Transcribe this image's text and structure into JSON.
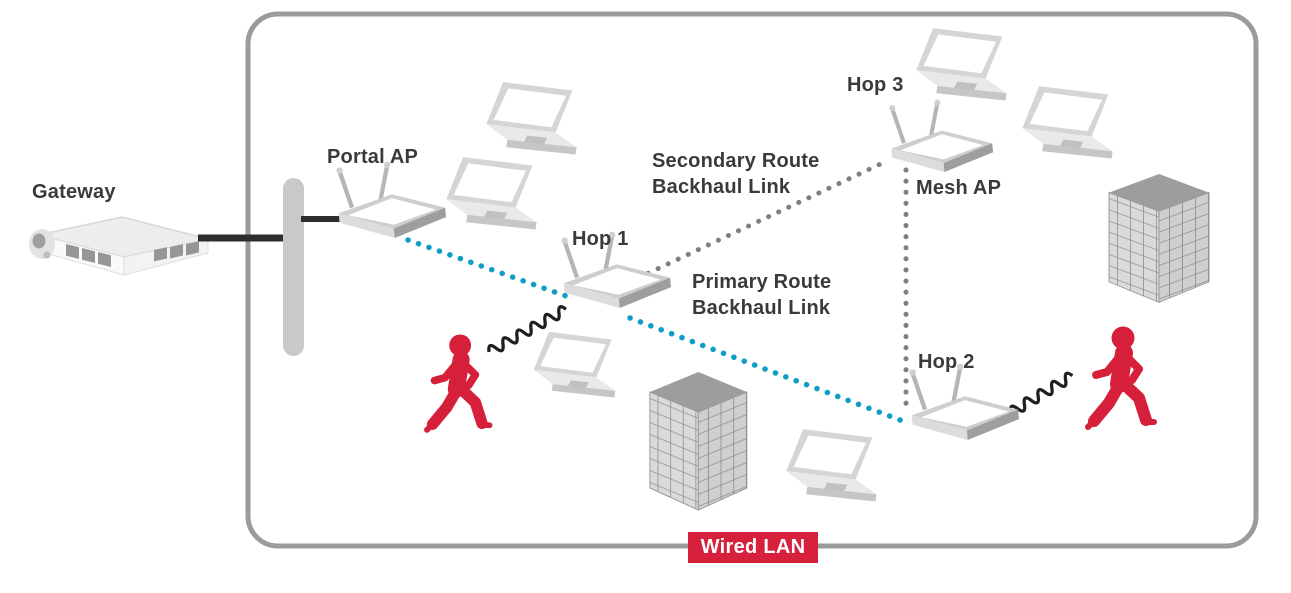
{
  "nodes": {
    "gateway": {
      "label": "Gateway",
      "type": "router"
    },
    "portal_ap": {
      "label": "Portal AP",
      "type": "access-point"
    },
    "hop1": {
      "label": "Hop 1",
      "type": "mesh-access-point"
    },
    "hop2": {
      "label": "Hop 2",
      "type": "mesh-access-point"
    },
    "hop3": {
      "label": "Hop 3",
      "type": "mesh-access-point"
    },
    "mesh_ap": {
      "label": "Mesh AP",
      "type": "mesh-access-point"
    }
  },
  "links": {
    "primary_route": {
      "label_line1": "Primary Route",
      "label_line2": "Backhaul Link",
      "style": "dotted",
      "color": "#0d9dc6",
      "path": "Portal AP - Hop 1 - Hop 2"
    },
    "secondary_route": {
      "label_line1": "Secondary Route",
      "label_line2": "Backhaul Link",
      "style": "dotted",
      "color": "#7f7f7f",
      "path": "Hop 1 - Mesh AP - Hop 2"
    },
    "wired": {
      "style": "solid",
      "color": "#2e2e2e",
      "path": "Gateway - Wired LAN - Portal AP"
    }
  },
  "badges": {
    "wired_lan": {
      "label": "Wired LAN",
      "background": "#d7213c",
      "text_color": "#ffffff"
    }
  },
  "palette": {
    "person_red": "#d6203b",
    "boundary_gray": "#9b9b9b",
    "cable_black": "#2e2e2e",
    "device_gray": "#d3d3d3",
    "primary_link_blue": "#0d9dc6",
    "secondary_link_gray": "#7f7f7f"
  }
}
